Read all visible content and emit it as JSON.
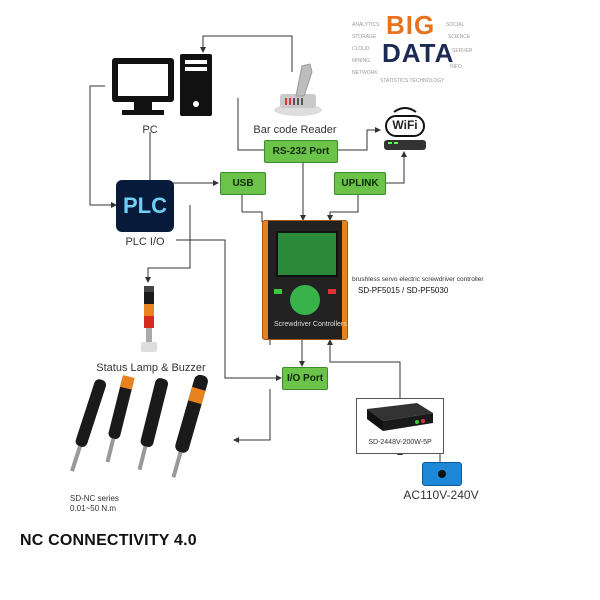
{
  "nodes": {
    "pc": {
      "label": "PC"
    },
    "barcode_reader": {
      "label": "Bar code Reader"
    },
    "big_data": {
      "line1": "BIG",
      "line2": "DATA"
    },
    "wifi": {
      "label": "WiFi"
    },
    "plc": {
      "icon_text": "PLC",
      "label": "PLC I/O"
    },
    "status_lamp": {
      "label": "Status Lamp & Buzzer"
    },
    "controller": {
      "desc": "brushless servo electric screwdriver controller",
      "model": "SD-PF5015 / SD-PF5030",
      "panel_text": "Screwdriver Controllers"
    },
    "power_supply": {
      "label": "SD-2448V-200W-5P"
    },
    "ac_source": {
      "label": "AC110V-240V"
    },
    "screwdrivers": {
      "line1": "SD-NC series",
      "line2": "0.01~50 N.m"
    }
  },
  "ports": {
    "rs232": "RS-232 Port",
    "usb": "USB",
    "uplink": "UPLINK",
    "io": "I/O Port"
  },
  "footer": {
    "title": "NC CONNECTIVITY 4.0"
  },
  "colors": {
    "port_green": "#6cc34a",
    "controller_orange": "#e8821e",
    "ac_blue": "#1e88d8"
  }
}
